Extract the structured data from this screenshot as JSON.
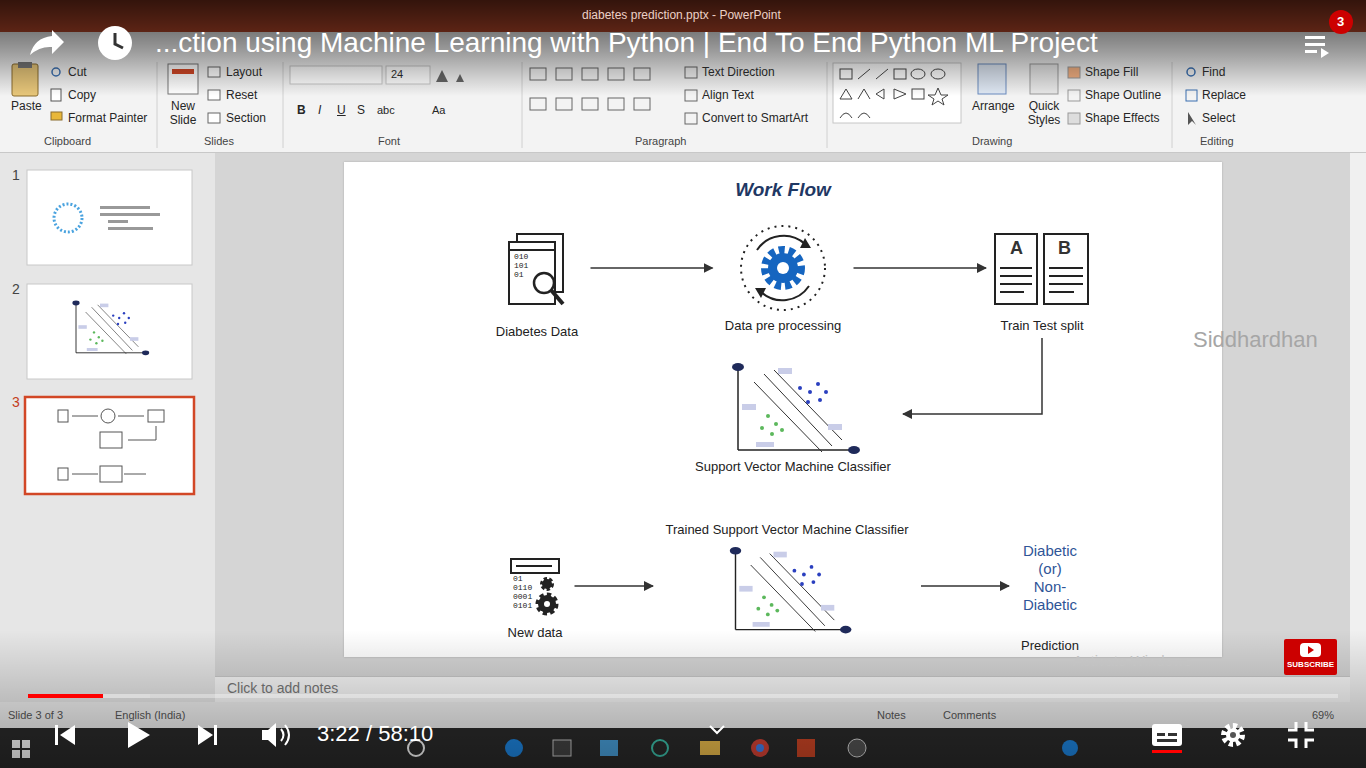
{
  "diagram": {
    "title": "Work Flow",
    "nodes": [
      {
        "text": [
          "Diabetes Data"
        ]
      },
      {
        "text": [
          "Data pre processing"
        ]
      },
      {
        "text": [
          "Train Test split"
        ]
      },
      {
        "text": [
          "Support Vector Machine Classifier"
        ]
      },
      {
        "text": [
          "New data"
        ]
      },
      {
        "text": [
          "Trained Support Vector Machine Classifier"
        ]
      },
      {
        "text": [
          "Diabetic (or) Non-Diabetic",
          "Prediction"
        ]
      }
    ],
    "edges": [
      {
        "from": 0,
        "to": 1,
        "arrow": "to"
      },
      {
        "from": 1,
        "to": 2,
        "arrow": "to"
      },
      {
        "from": 2,
        "to": 3,
        "arrow": "to"
      },
      {
        "from": 4,
        "to": 5,
        "arrow": "to"
      },
      {
        "from": 5,
        "to": 6,
        "arrow": "to"
      }
    ],
    "labels": [
      "...ction using Machine Learning with Python | End To End Python ML Project",
      "diabetes prediction.pptx - PowerPoint",
      "3",
      "Paste",
      "Cut",
      "Copy",
      "Format Painter",
      "Clipboard",
      "New Slide",
      "Layout",
      "Reset",
      "Section",
      "Slides",
      "24",
      "B",
      "I",
      "U",
      "S",
      "abc",
      "Aa",
      "Font",
      "Text Direction",
      "Align Text",
      "Convert to SmartArt",
      "Paragraph",
      "Arrange",
      "Quick Styles",
      "Shape Fill",
      "Shape Outline",
      "Shape Effects",
      "Drawing",
      "Find",
      "Replace",
      "Select",
      "Editing",
      "1",
      "2",
      "3",
      "010",
      "101",
      "01",
      "A",
      "B",
      "01",
      "0110",
      "0001",
      "0101",
      "Siddhardhan",
      "Click to add notes",
      "Activate Windows",
      "Slide 3 of 3",
      "English (India)",
      "Notes",
      "Comments",
      "69%",
      "3:22 / 58:10",
      "SUBSCRIBE"
    ]
  }
}
